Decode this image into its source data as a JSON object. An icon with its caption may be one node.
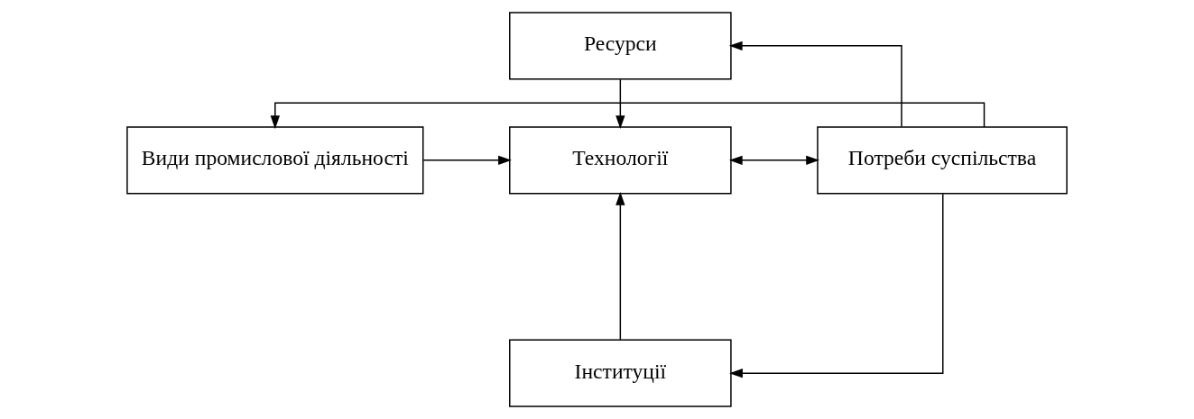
{
  "diagram": {
    "nodes": [
      {
        "text": [
          "Ресурси"
        ]
      },
      {
        "text": [
          "Види промислової діяльності"
        ]
      },
      {
        "text": [
          "Технології"
        ]
      },
      {
        "text": [
          "Потреби суспільства"
        ]
      },
      {
        "text": [
          "Інституції"
        ]
      }
    ],
    "edges": [
      {
        "from": 0,
        "to": 2,
        "arrow": "to"
      },
      {
        "from": 1,
        "to": 2,
        "arrow": "to"
      },
      {
        "from": 2,
        "to": 3,
        "arrow": "both"
      },
      {
        "from": 4,
        "to": 2,
        "arrow": "to"
      },
      {
        "from": 3,
        "to": 0,
        "arrow": "to"
      },
      {
        "from": 3,
        "to": 4,
        "arrow": "to"
      },
      {
        "from": 3,
        "to": 1,
        "arrow": "to"
      }
    ]
  }
}
